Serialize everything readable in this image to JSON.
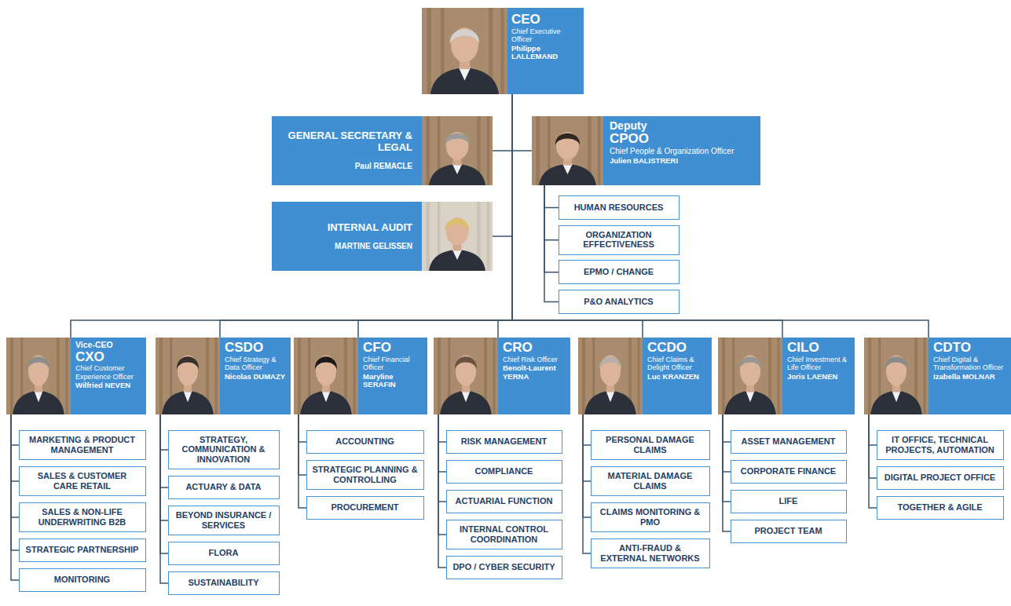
{
  "diagram": {
    "nodes": [
      {
        "text": [
          "CEO",
          "Chief Executive Officer",
          "Philippe LALLEMAND"
        ]
      },
      {
        "text": [
          "GENERAL SECRETARY & LEGAL",
          "Paul REMACLE"
        ]
      },
      {
        "text": [
          "Deputy",
          "CPOO",
          "Chief People & Organization Officer",
          "Julien BALISTRERI"
        ]
      },
      {
        "text": [
          "INTERNAL AUDIT",
          "MARTINE GELISSEN"
        ]
      },
      {
        "text": [
          "HUMAN RESOURCES"
        ]
      },
      {
        "text": [
          "ORGANIZATION EFFECTIVENESS"
        ]
      },
      {
        "text": [
          "EPMO / CHANGE"
        ]
      },
      {
        "text": [
          "P&O ANALYTICS"
        ]
      },
      {
        "text": [
          "Vice-CEO",
          "CXO",
          "Chief Customer Experience Officer",
          "Wilfried NEVEN"
        ]
      },
      {
        "text": [
          "MARKETING & PRODUCT MANAGEMENT"
        ]
      },
      {
        "text": [
          "SALES & CUSTOMER CARE RETAIL"
        ]
      },
      {
        "text": [
          "SALES & NON-LIFE UNDERWRITING B2B"
        ]
      },
      {
        "text": [
          "STRATEGIC PARTNERSHIP"
        ]
      },
      {
        "text": [
          "MONITORING"
        ]
      },
      {
        "text": [
          "CSDO",
          "Chief Strategy & Data Officer",
          "Nicolas DUMAZY"
        ]
      },
      {
        "text": [
          "STRATEGY, COMMUNICATION & INNOVATION"
        ]
      },
      {
        "text": [
          "ACTUARY & DATA"
        ]
      },
      {
        "text": [
          "BEYOND INSURANCE / SERVICES"
        ]
      },
      {
        "text": [
          "FLORA"
        ]
      },
      {
        "text": [
          "SUSTAINABILITY"
        ]
      },
      {
        "text": [
          "CFO",
          "Chief Financial Officer",
          "Maryline SERAFIN"
        ]
      },
      {
        "text": [
          "ACCOUNTING"
        ]
      },
      {
        "text": [
          "STRATEGIC PLANNING & CONTROLLING"
        ]
      },
      {
        "text": [
          "PROCUREMENT"
        ]
      },
      {
        "text": [
          "CRO",
          "Chief Risk Officer",
          "Benoît-Laurent YERNA"
        ]
      },
      {
        "text": [
          "RISK MANAGEMENT"
        ]
      },
      {
        "text": [
          "COMPLIANCE"
        ]
      },
      {
        "text": [
          "ACTUARIAL FUNCTION"
        ]
      },
      {
        "text": [
          "INTERNAL CONTROL COORDINATION"
        ]
      },
      {
        "text": [
          "DPO / CYBER SECURITY"
        ]
      },
      {
        "text": [
          "CCDO",
          "Chief Claims & Delight Officer",
          "Luc KRANZEN"
        ]
      },
      {
        "text": [
          "PERSONAL DAMAGE CLAIMS"
        ]
      },
      {
        "text": [
          "MATERIAL DAMAGE CLAIMS"
        ]
      },
      {
        "text": [
          "CLAIMS MONITORING & PMO"
        ]
      },
      {
        "text": [
          "ANTI-FRAUD & EXTERNAL NETWORKS"
        ]
      },
      {
        "text": [
          "CILO",
          "Chief Investment & Life Officer",
          "Joris LAENEN"
        ]
      },
      {
        "text": [
          "ASSET MANAGEMENT"
        ]
      },
      {
        "text": [
          "CORPORATE FINANCE"
        ]
      },
      {
        "text": [
          "LIFE"
        ]
      },
      {
        "text": [
          "PROJECT TEAM"
        ]
      },
      {
        "text": [
          "CDTO",
          "Chief Digital & Transformation Officer",
          "Izabella MOLNAR"
        ]
      },
      {
        "text": [
          "IT OFFICE, TECHNICAL PROJECTS, AUTOMATION"
        ]
      },
      {
        "text": [
          "DIGITAL PROJECT OFFICE"
        ]
      },
      {
        "text": [
          "TOGETHER & AGILE"
        ]
      }
    ],
    "edges": [
      {
        "from": 0,
        "to": 1,
        "arrow": "none"
      },
      {
        "from": 0,
        "to": 2,
        "arrow": "none"
      },
      {
        "from": 0,
        "to": 3,
        "arrow": "none"
      },
      {
        "from": 2,
        "to": 4,
        "arrow": "none"
      },
      {
        "from": 2,
        "to": 5,
        "arrow": "none"
      },
      {
        "from": 2,
        "to": 6,
        "arrow": "none"
      },
      {
        "from": 2,
        "to": 7,
        "arrow": "none"
      },
      {
        "from": 0,
        "to": 8,
        "arrow": "none"
      },
      {
        "from": 8,
        "to": 9,
        "arrow": "none"
      },
      {
        "from": 8,
        "to": 10,
        "arrow": "none"
      },
      {
        "from": 8,
        "to": 11,
        "arrow": "none"
      },
      {
        "from": 8,
        "to": 12,
        "arrow": "none"
      },
      {
        "from": 8,
        "to": 13,
        "arrow": "none"
      },
      {
        "from": 0,
        "to": 14,
        "arrow": "none"
      },
      {
        "from": 14,
        "to": 15,
        "arrow": "none"
      },
      {
        "from": 14,
        "to": 16,
        "arrow": "none"
      },
      {
        "from": 14,
        "to": 17,
        "arrow": "none"
      },
      {
        "from": 14,
        "to": 18,
        "arrow": "none"
      },
      {
        "from": 14,
        "to": 19,
        "arrow": "none"
      },
      {
        "from": 0,
        "to": 20,
        "arrow": "none"
      },
      {
        "from": 20,
        "to": 21,
        "arrow": "none"
      },
      {
        "from": 20,
        "to": 22,
        "arrow": "none"
      },
      {
        "from": 20,
        "to": 23,
        "arrow": "none"
      },
      {
        "from": 0,
        "to": 24,
        "arrow": "none"
      },
      {
        "from": 24,
        "to": 25,
        "arrow": "none"
      },
      {
        "from": 24,
        "to": 26,
        "arrow": "none"
      },
      {
        "from": 24,
        "to": 27,
        "arrow": "none"
      },
      {
        "from": 24,
        "to": 28,
        "arrow": "none"
      },
      {
        "from": 24,
        "to": 29,
        "arrow": "none"
      },
      {
        "from": 0,
        "to": 30,
        "arrow": "none"
      },
      {
        "from": 30,
        "to": 31,
        "arrow": "none"
      },
      {
        "from": 30,
        "to": 32,
        "arrow": "none"
      },
      {
        "from": 30,
        "to": 33,
        "arrow": "none"
      },
      {
        "from": 30,
        "to": 34,
        "arrow": "none"
      },
      {
        "from": 0,
        "to": 35,
        "arrow": "none"
      },
      {
        "from": 35,
        "to": 36,
        "arrow": "none"
      },
      {
        "from": 35,
        "to": 37,
        "arrow": "none"
      },
      {
        "from": 35,
        "to": 38,
        "arrow": "none"
      },
      {
        "from": 35,
        "to": 39,
        "arrow": "none"
      },
      {
        "from": 0,
        "to": 40,
        "arrow": "none"
      },
      {
        "from": 40,
        "to": 41,
        "arrow": "none"
      },
      {
        "from": 40,
        "to": 42,
        "arrow": "none"
      },
      {
        "from": 40,
        "to": 43,
        "arrow": "none"
      }
    ]
  }
}
